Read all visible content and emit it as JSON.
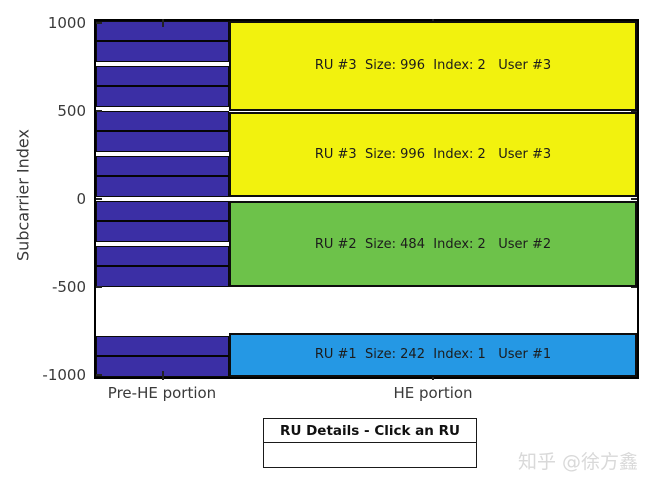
{
  "colors": {
    "pre_he_fill": "#3b2fa5",
    "segment_border": "#0a0a0a",
    "segment_center_line": "#050505",
    "block_border": "#0d0d0d",
    "tick_color": "#222222",
    "ru_text_color": "#1c1c1c",
    "ru_palette": {
      "yellow": "#f2f20e",
      "green": "#6dc24a",
      "blue": "#2598e4"
    }
  },
  "chart_data": {
    "type": "heatmap",
    "description": "OFDMA RU allocation plot: subcarrier occupancy of the pre-HE portion (indigo 20 MHz legacy segments) and HE portion (colored RU blocks).",
    "title": "",
    "ylabel": "Subcarrier Index",
    "ylim": [
      -1014,
      1014
    ],
    "y_ticks": [
      1000,
      500,
      0,
      -500,
      -1000
    ],
    "x_categories": [
      "Pre-HE portion",
      "HE portion"
    ],
    "column_split_fraction": 0.2458,
    "grid": false,
    "pre_he_segments": [
      {
        "from": 778,
        "to": 1014,
        "center_line": 896
      },
      {
        "from": 522,
        "to": 758,
        "center_line": 640
      },
      {
        "from": 266,
        "to": 502,
        "center_line": 384
      },
      {
        "from": 10,
        "to": 246,
        "center_line": 128
      },
      {
        "from": -246,
        "to": -10,
        "center_line": -128
      },
      {
        "from": -502,
        "to": -266,
        "center_line": -384
      },
      {
        "from": -1014,
        "to": -778,
        "center_line": -896
      }
    ],
    "rus": [
      {
        "name": "RU #3",
        "size": 996,
        "index": 2,
        "user": "User #3",
        "label": "RU #3  Size: 996  Index: 2   User #3",
        "from": 503,
        "to": 1014,
        "color_key": "yellow"
      },
      {
        "name": "RU #3",
        "size": 996,
        "index": 2,
        "user": "User #3",
        "label": "RU #3  Size: 996  Index: 2   User #3",
        "from": 12,
        "to": 497,
        "color_key": "yellow"
      },
      {
        "name": "RU #2",
        "size": 484,
        "index": 2,
        "user": "User #2",
        "label": "RU #2  Size: 484  Index: 2   User #2",
        "from": -502,
        "to": -12,
        "color_key": "green"
      },
      {
        "name": "RU #1",
        "size": 242,
        "index": 1,
        "user": "User #1",
        "label": "RU #1  Size: 242  Index: 1   User #1",
        "from": -1014,
        "to": -762,
        "color_key": "blue"
      }
    ]
  },
  "ru_details": {
    "header": "RU Details - Click an RU",
    "body": ""
  },
  "watermark": {
    "text": "知乎 @徐方鑫"
  }
}
